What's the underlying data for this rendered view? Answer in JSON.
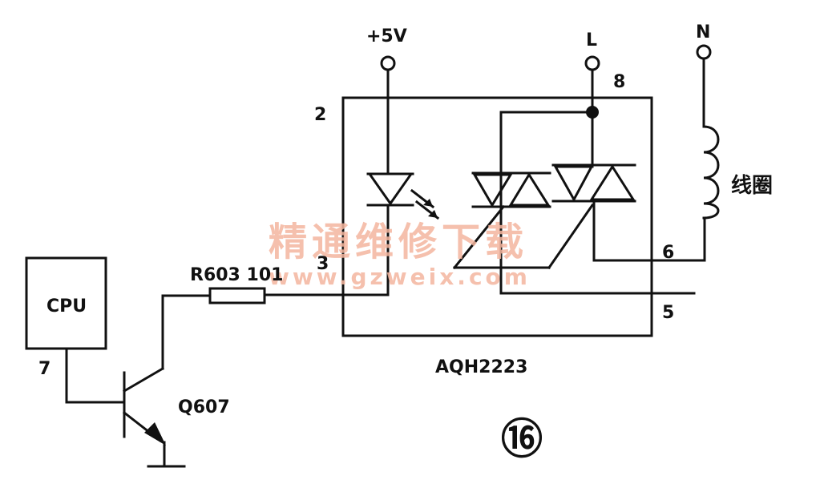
{
  "labels": {
    "vcc": "+5V",
    "live": "L",
    "neutral": "N",
    "pin8": "8",
    "pin2": "2",
    "pin3": "3",
    "pin6": "6",
    "pin5": "5",
    "pin7": "7",
    "cpu": "CPU",
    "resistor": "R603 101",
    "transistor": "Q607",
    "chip": "AQH2223",
    "coil": "线圈",
    "figure_number": "⑯"
  },
  "watermark": {
    "cn": "精通维修下载",
    "url": "www.gzweix.com"
  },
  "colors": {
    "line": "#111111",
    "watermark": "#f4b69f"
  }
}
